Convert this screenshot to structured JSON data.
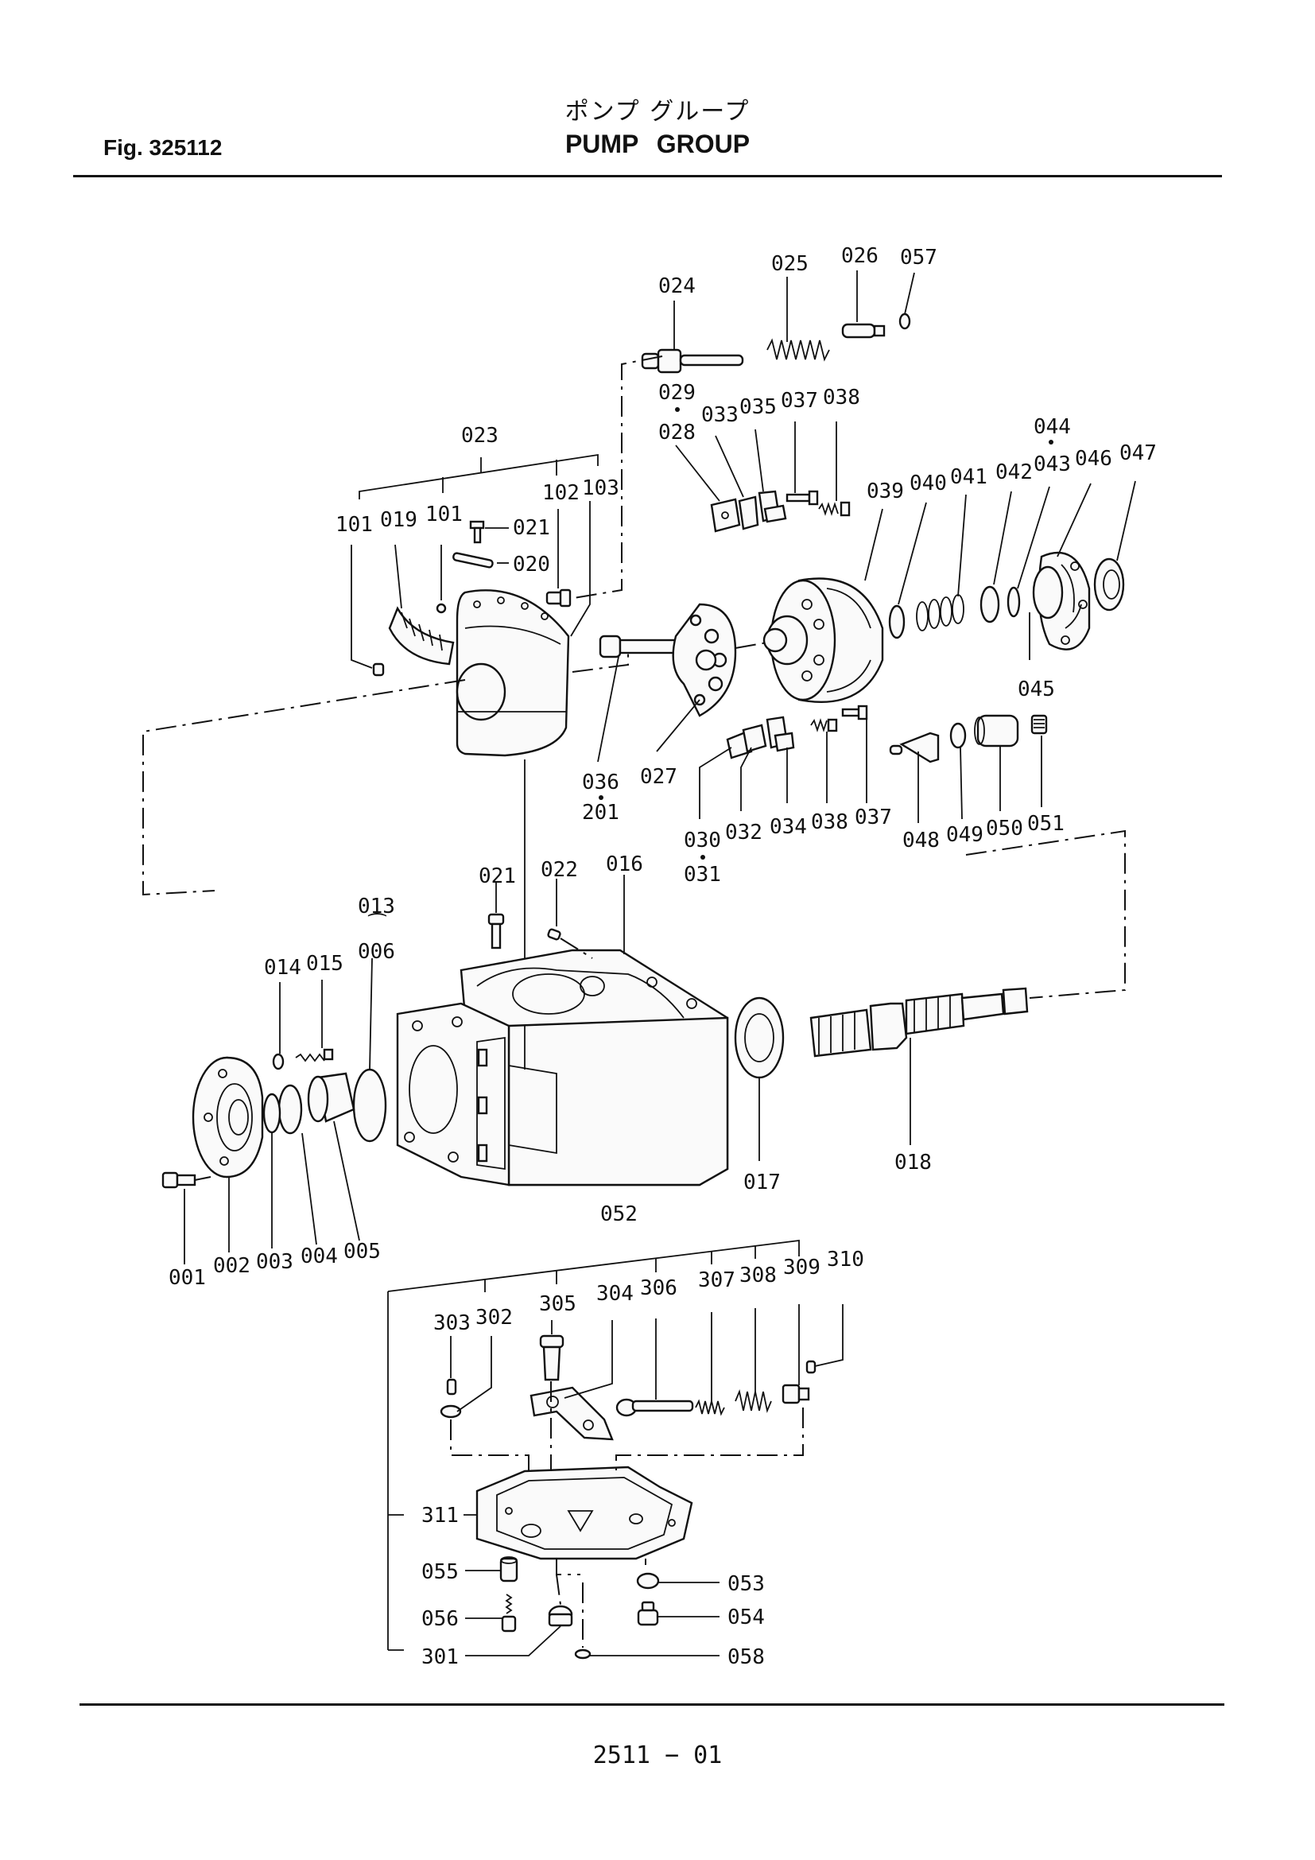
{
  "figure_number": "Fig. 325112",
  "title_jp": "ポンプ グループ",
  "title_en": "PUMP GROUP",
  "page_number": "2511 − 01",
  "part_labels": {
    "p001": "001",
    "p002": "002",
    "p003": "003",
    "p004": "004",
    "p005": "005",
    "p006": "006",
    "p013": "013",
    "p013sep": "⁀",
    "p014": "014",
    "p015": "015",
    "p016": "016",
    "p017": "017",
    "p018": "018",
    "p019": "019",
    "p020": "020",
    "p021a": "021",
    "p021b": "021",
    "p022": "022",
    "p023": "023",
    "p024": "024",
    "p025": "025",
    "p026": "026",
    "p027": "027",
    "p028": "028",
    "p029": "029",
    "p030": "030",
    "p031": "031",
    "p032": "032",
    "p033": "033",
    "p034": "034",
    "p035": "035",
    "p036": "036",
    "p201": "201",
    "p037a": "037",
    "p037b": "037",
    "p038a": "038",
    "p038b": "038",
    "p039": "039",
    "p040": "040",
    "p041": "041",
    "p042": "042",
    "p043": "043",
    "p044": "044",
    "p045": "045",
    "p046": "046",
    "p047": "047",
    "p048": "048",
    "p049": "049",
    "p050": "050",
    "p051": "051",
    "p052": "052",
    "p053": "053",
    "p054": "054",
    "p055": "055",
    "p056": "056",
    "p057": "057",
    "p058": "058",
    "p101a": "101",
    "p101b": "101",
    "p102": "102",
    "p103": "103",
    "p301": "301",
    "p302": "302",
    "p303": "303",
    "p304": "304",
    "p305": "305",
    "p306": "306",
    "p307": "307",
    "p308": "308",
    "p309": "309",
    "p310": "310",
    "p311": "311"
  }
}
